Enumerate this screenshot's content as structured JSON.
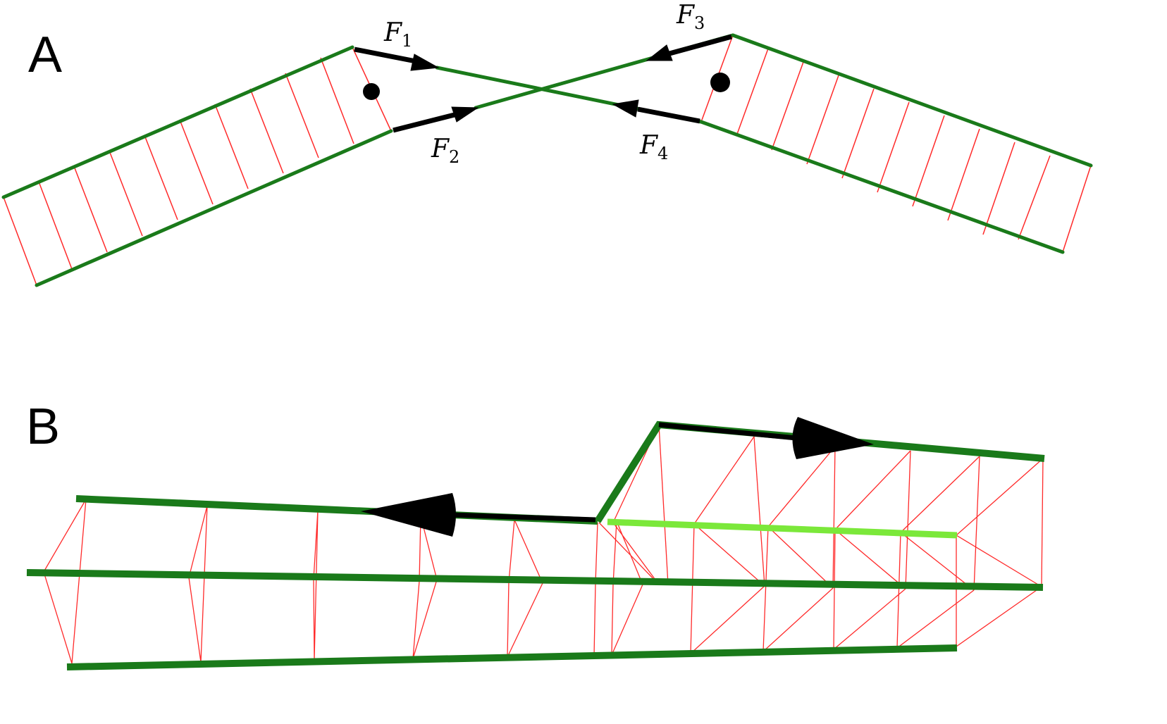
{
  "panels": {
    "a": {
      "label": "A"
    },
    "b": {
      "label": "B"
    }
  },
  "forces": {
    "f1": {
      "symbol": "F",
      "subscript": "1"
    },
    "f2": {
      "symbol": "F",
      "subscript": "2"
    },
    "f3": {
      "symbol": "F",
      "subscript": "3"
    },
    "f4": {
      "symbol": "F",
      "subscript": "4"
    }
  },
  "colors": {
    "filament": "#1a7a1a",
    "filament_highlight": "#7be83a",
    "link": "#ff2a2a",
    "arrow": "#000000"
  }
}
